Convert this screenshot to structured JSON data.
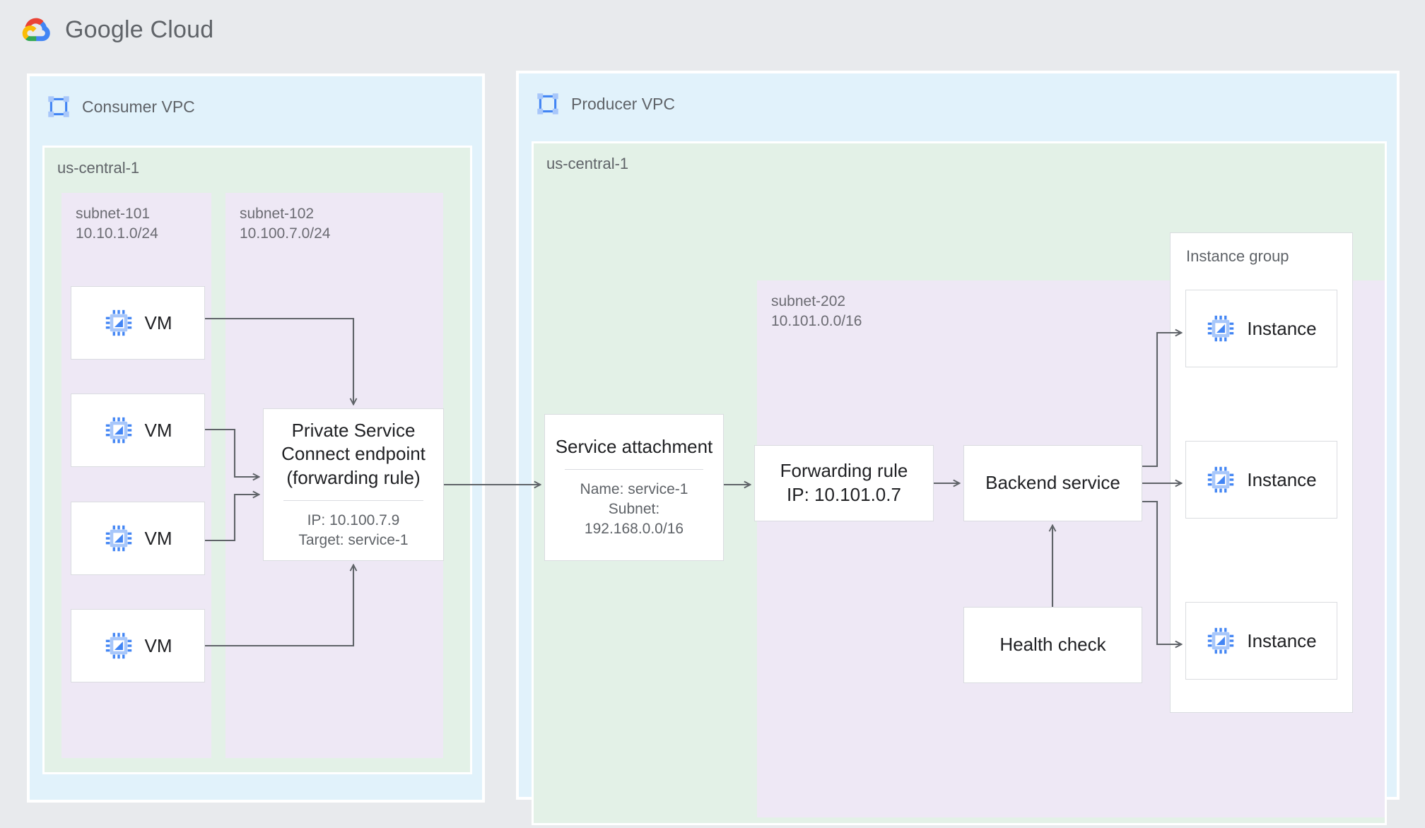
{
  "header": {
    "brand": "Google Cloud",
    "logo_icon": "google-cloud-logo-icon"
  },
  "colors": {
    "page_background": "#e8eaed",
    "vpc_background": "#e1f2fb",
    "region_background": "#e3f1e7",
    "subnet_background": "#eee8f5",
    "node_background": "#ffffff",
    "node_border": "#dadce0",
    "connector": "#5f6368",
    "text_primary": "#202124",
    "text_secondary": "#5f6368",
    "icon_blue": "#4285f4",
    "icon_blue_light": "#a8c7fa"
  },
  "consumer_vpc": {
    "title": "Consumer VPC",
    "icon": "vpc-network-icon",
    "region": {
      "label": "us-central-1",
      "subnets": [
        {
          "name": "subnet-101",
          "cidr": "10.10.1.0/24",
          "label": "subnet-101\n10.10.1.0/24"
        },
        {
          "name": "subnet-102",
          "cidr": "10.100.7.0/24",
          "label": "subnet-102\n10.100.7.0/24"
        }
      ]
    },
    "vms": [
      {
        "label": "VM",
        "icon": "vm-instance-icon"
      },
      {
        "label": "VM",
        "icon": "vm-instance-icon"
      },
      {
        "label": "VM",
        "icon": "vm-instance-icon"
      },
      {
        "label": "VM",
        "icon": "vm-instance-icon"
      }
    ],
    "psc_endpoint": {
      "title": "Private Service\nConnect endpoint\n(forwarding rule)",
      "details": "IP: 10.100.7.9\nTarget: service-1",
      "ip": "10.100.7.9",
      "target": "service-1"
    }
  },
  "producer_vpc": {
    "title": "Producer VPC",
    "icon": "vpc-network-icon",
    "region": {
      "label": "us-central-1",
      "subnet": {
        "name": "subnet-202",
        "cidr": "10.101.0.0/16",
        "label": "subnet-202\n10.101.0.0/16"
      }
    },
    "service_attachment": {
      "title": "Service attachment",
      "details": "Name: service-1\nSubnet:\n192.168.0.0/16",
      "name": "service-1",
      "subnet": "192.168.0.0/16"
    },
    "forwarding_rule": {
      "title": "Forwarding rule\nIP: 10.101.0.7",
      "ip": "10.101.0.7"
    },
    "backend_service": {
      "title": "Backend service"
    },
    "health_check": {
      "title": "Health check"
    },
    "instance_group": {
      "label": "Instance group",
      "instances": [
        {
          "label": "Instance",
          "icon": "vm-instance-icon"
        },
        {
          "label": "Instance",
          "icon": "vm-instance-icon"
        },
        {
          "label": "Instance",
          "icon": "vm-instance-icon"
        }
      ]
    }
  }
}
